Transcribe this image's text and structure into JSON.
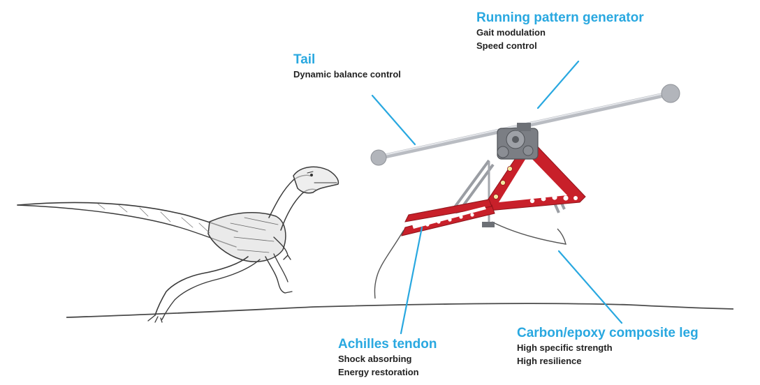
{
  "colors": {
    "callout_title": "#29a8e0",
    "callout_body": "#222222",
    "leader_line": "#29a8e0",
    "leg_frame": "#c8202a",
    "rod": "#b9bcc2",
    "sketch": "#3a3a3a"
  },
  "callouts": {
    "tail": {
      "title": "Tail",
      "lines": [
        "Dynamic balance control"
      ]
    },
    "running_pattern_generator": {
      "title": "Running pattern generator",
      "lines": [
        "Gait modulation",
        "Speed control"
      ]
    },
    "achilles_tendon": {
      "title": "Achilles tendon",
      "lines": [
        "Shock absorbing",
        "Energy restoration"
      ]
    },
    "composite_leg": {
      "title": "Carbon/epoxy composite leg",
      "lines": [
        "High specific strength",
        "High resilience"
      ]
    }
  },
  "illustrations": {
    "dinosaur": "velociraptor-sketch",
    "robot": "raptor-robot-leg-mechanism"
  }
}
